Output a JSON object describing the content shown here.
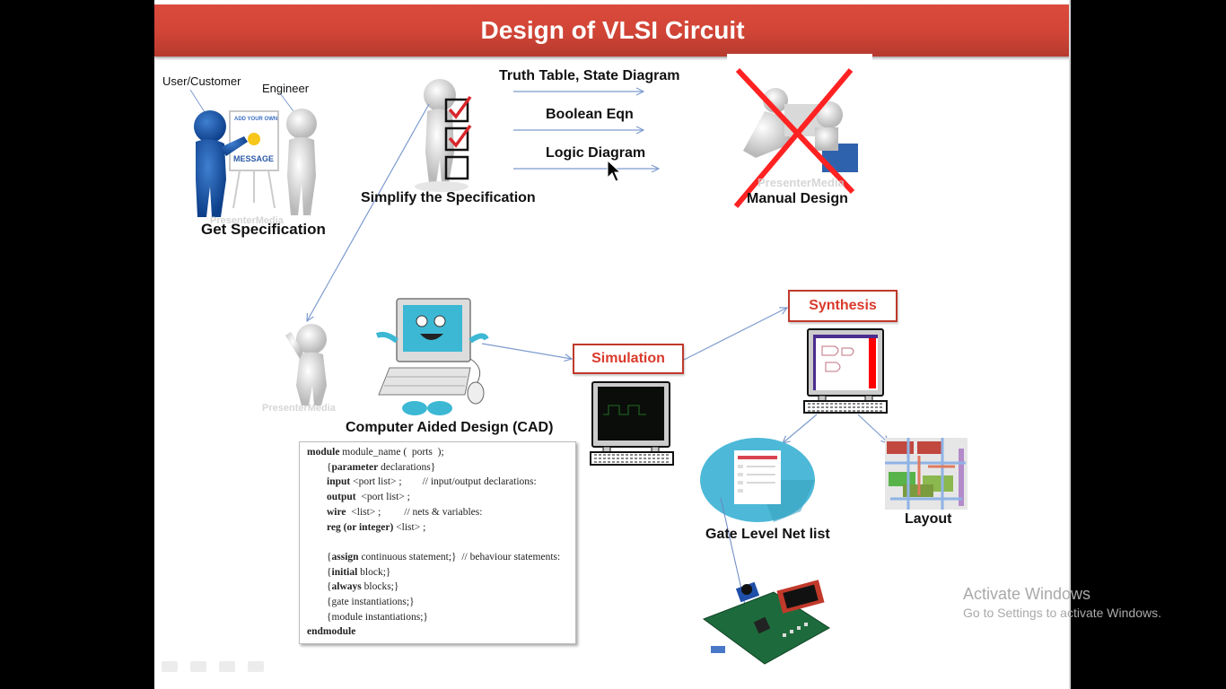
{
  "slide": {
    "title": "Design of VLSI Circuit",
    "accent_color": "#d04436",
    "stages": {
      "get_specification": {
        "label": "Get Specification",
        "user_label": "User/Customer",
        "engineer_label": "Engineer",
        "board_top": "ADD YOUR OWN",
        "board_bottom": "MESSAGE"
      },
      "simplify": {
        "label": "Simplify the Specification",
        "outputs": [
          "Truth Table, State Diagram",
          "Boolean Eqn",
          "Logic Diagram"
        ],
        "checklist": [
          true,
          true,
          false
        ]
      },
      "manual_design": {
        "label": "Manual Design",
        "crossed_out": true
      },
      "cad": {
        "label": "Computer Aided Design (CAD)"
      },
      "simulation": {
        "label": "Simulation"
      },
      "synthesis": {
        "label": "Synthesis"
      },
      "netlist": {
        "label": "Gate Level Net list"
      },
      "layout": {
        "label": "Layout"
      }
    },
    "watermarks": [
      "PresenterMedia",
      "PresenterMedia",
      "PresenterMedia"
    ],
    "verilog_template": [
      {
        "indent": 0,
        "parts": [
          {
            "t": "module",
            "b": true
          },
          {
            "t": " module_name (  ports  );",
            "b": false
          }
        ]
      },
      {
        "indent": 1,
        "parts": [
          {
            "t": "{",
            "b": false
          },
          {
            "t": "parameter",
            "b": true
          },
          {
            "t": " declarations}",
            "b": false
          }
        ]
      },
      {
        "indent": 1,
        "parts": [
          {
            "t": "input",
            "b": true
          },
          {
            "t": " <port list> ;        // input/output declarations:",
            "b": false
          }
        ]
      },
      {
        "indent": 1,
        "parts": [
          {
            "t": "output",
            "b": true
          },
          {
            "t": "  <port list> ;",
            "b": false
          }
        ]
      },
      {
        "indent": 1,
        "parts": [
          {
            "t": "wire",
            "b": true
          },
          {
            "t": "  <list> ;         // nets & variables:",
            "b": false
          }
        ]
      },
      {
        "indent": 1,
        "parts": [
          {
            "t": "reg (or integer)",
            "b": true
          },
          {
            "t": " <list> ;",
            "b": false
          }
        ]
      },
      {
        "indent": 1,
        "parts": []
      },
      {
        "indent": 1,
        "parts": [
          {
            "t": "{",
            "b": false
          },
          {
            "t": "assign",
            "b": true
          },
          {
            "t": " continuous statement;}  // behaviour statements:",
            "b": false
          }
        ]
      },
      {
        "indent": 1,
        "parts": [
          {
            "t": "{",
            "b": false
          },
          {
            "t": "initial",
            "b": true
          },
          {
            "t": " block;}",
            "b": false
          }
        ]
      },
      {
        "indent": 1,
        "parts": [
          {
            "t": "{",
            "b": false
          },
          {
            "t": "always",
            "b": true
          },
          {
            "t": " blocks;}",
            "b": false
          }
        ]
      },
      {
        "indent": 1,
        "parts": [
          {
            "t": "{gate instantiations;}",
            "b": false
          }
        ]
      },
      {
        "indent": 1,
        "parts": [
          {
            "t": "{module instantiations;}",
            "b": false
          }
        ]
      },
      {
        "indent": 0,
        "parts": [
          {
            "t": "endmodule",
            "b": true
          }
        ]
      }
    ]
  },
  "os_watermark": {
    "line1": "Activate Windows",
    "line2": "Go to Settings to activate Windows."
  },
  "slideshow_nav": [
    "previous-icon",
    "pen-icon",
    "menu-icon",
    "next-icon"
  ]
}
